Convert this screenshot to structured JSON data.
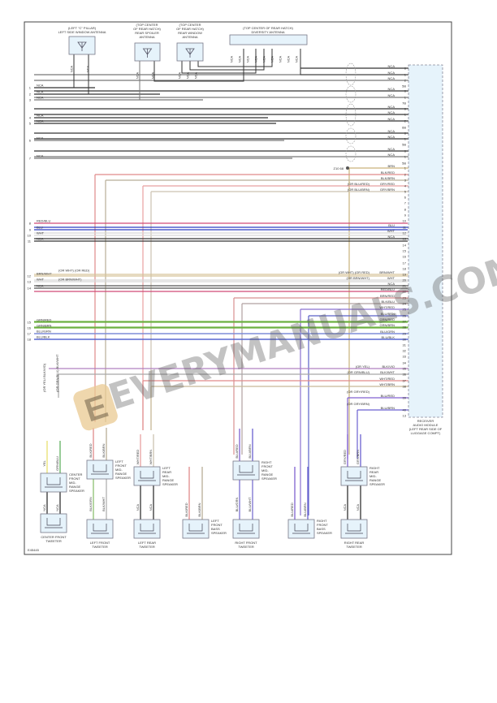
{
  "figure_id": "E45445",
  "watermark": "EVERYMANUALS.COM",
  "antennas": [
    {
      "id": "left-window",
      "lines": [
        "(LEFT \"C\" PILLAR)",
        "LEFT SIDE WINDOW ANTENNA"
      ],
      "pins": [
        "NCA",
        "NCA"
      ]
    },
    {
      "id": "rear-spoiler",
      "lines": [
        "(TOP CENTER",
        "OF REAR HATCH)",
        "REAR SPOILER",
        "ANTENNA"
      ],
      "pins": [
        "NCA",
        "NCA"
      ]
    },
    {
      "id": "rear-window",
      "lines": [
        "(TOP CENTER",
        "OF REAR HATCH)",
        "REAR WINDOW",
        "ANTENNA"
      ],
      "pins": [
        "NCA",
        "NCA",
        "NCA"
      ]
    },
    {
      "id": "diversity",
      "lines": [
        "(TOP CENTER OF REAR HATCH)",
        "DIVERSITY ANTENNA"
      ],
      "pins": [
        "NCA",
        "NCA",
        "NCA",
        "NCA",
        "NCA",
        "NCA",
        "NCA",
        "NCA",
        "NCA"
      ]
    }
  ],
  "left_wires": [
    {
      "num": "1",
      "label": "NCA",
      "note": "",
      "color": "#333333"
    },
    {
      "num": "2",
      "label": "NCA",
      "note": "",
      "color": "#333333"
    },
    {
      "num": "3",
      "label": "NCA",
      "note": "",
      "color": "#777777"
    },
    {
      "num": "4",
      "label": "NCA",
      "note": "",
      "color": "#333333"
    },
    {
      "num": "5",
      "label": "NCA",
      "note": "",
      "color": "#333333"
    },
    {
      "num": "6",
      "label": "NCA",
      "note": "",
      "color": "#777777"
    },
    {
      "num": "7",
      "label": "NCA",
      "note": "",
      "color": "#777777"
    },
    {
      "num": "8",
      "label": "RED/BLU",
      "note": "",
      "color": "#d04a78"
    },
    {
      "num": "9",
      "label": "BLU",
      "note": "",
      "color": "#2a3cc0"
    },
    {
      "num": "10",
      "label": "WHT",
      "note": "",
      "color": "#d8d8d8"
    },
    {
      "num": "11",
      "label": "NCA",
      "note": "",
      "color": "#333333"
    },
    {
      "num": "12",
      "label": "BRN/WHT",
      "note": "(OR WHT) (OR RED)",
      "color": "#d6c49a"
    },
    {
      "num": "13",
      "label": "WHT",
      "note": "(OR BRN/WHT)",
      "color": "#d8d8d8"
    },
    {
      "num": "14",
      "label": "NCA",
      "note": "",
      "color": "#555555"
    },
    {
      "num": "15",
      "label": "GRN/RED",
      "note": "",
      "color": "#6cb040"
    },
    {
      "num": "16",
      "label": "GRN/BRN",
      "note": "",
      "color": "#6cb040"
    },
    {
      "num": "17",
      "label": "BLU/GRN",
      "note": "",
      "color": "#7a88d8"
    },
    {
      "num": "18",
      "label": "BLU/BLK",
      "note": "",
      "color": "#5060d0"
    }
  ],
  "receiver": {
    "lines": [
      "RECEIVER",
      "AUDIO MODULE",
      "(LEFT REAR SIDE OF",
      "LUGGAGE COMPT)"
    ],
    "fill": "#e6f3fb",
    "ground_label": "Z10 68",
    "connectors": [
      "5B",
      "7B",
      "6B",
      "5B",
      "5B",
      "13"
    ],
    "pins": [
      {
        "pin": "6",
        "wire": "NCA",
        "note": "",
        "color": "#333333"
      },
      {
        "pin": "1",
        "wire": "NCA",
        "note": "",
        "color": "#777777"
      },
      {
        "pin": "2",
        "wire": "NCA",
        "note": "",
        "color": "#777777"
      },
      {
        "pin": "6",
        "wire": "NCA",
        "note": "",
        "color": "#333333"
      },
      {
        "pin": "1",
        "wire": "NCA",
        "note": "",
        "color": "#777777"
      },
      {
        "pin": "6",
        "wire": "NCA",
        "note": "",
        "color": "#333333"
      },
      {
        "pin": "1",
        "wire": "NCA",
        "note": "",
        "color": "#333333"
      },
      {
        "pin": "2",
        "wire": "NCA",
        "note": "",
        "color": "#333333"
      },
      {
        "pin": "6",
        "wire": "NCA",
        "note": "",
        "color": "#333333"
      },
      {
        "pin": "1",
        "wire": "NCA",
        "note": "",
        "color": "#333333"
      },
      {
        "pin": "6",
        "wire": "NCA",
        "note": "",
        "color": "#333333"
      },
      {
        "pin": "1",
        "wire": "NCA",
        "note": "",
        "color": "#777777"
      },
      {
        "pin": "1",
        "wire": "BRN",
        "note": "",
        "color": "#c9b27a"
      },
      {
        "pin": "2",
        "wire": "BLK/RED",
        "note": "",
        "color": "#e08a8a"
      },
      {
        "pin": "3",
        "wire": "BLK/BRN",
        "note": "",
        "color": "#b8ae96"
      },
      {
        "pin": "4",
        "wire": "GRY/RED",
        "note": "(OR BLU/RED)",
        "color": "#e8a0a0"
      },
      {
        "pin": "5",
        "wire": "GRY/BRN",
        "note": "(OR BLU/BRN)",
        "color": "#ccc2b0"
      },
      {
        "pin": "6",
        "wire": "",
        "note": "",
        "color": ""
      },
      {
        "pin": "7",
        "wire": "",
        "note": "",
        "color": ""
      },
      {
        "pin": "8",
        "wire": "",
        "note": "",
        "color": ""
      },
      {
        "pin": "9",
        "wire": "",
        "note": "",
        "color": ""
      },
      {
        "pin": "10",
        "wire": "",
        "note": "",
        "color": ""
      },
      {
        "pin": "11",
        "wire": "BLU",
        "note": "",
        "color": "#2a3cc0"
      },
      {
        "pin": "12",
        "wire": "WHT",
        "note": "",
        "color": "#d8d8d8"
      },
      {
        "pin": "13",
        "wire": "NCA",
        "note": "",
        "color": "#333333"
      },
      {
        "pin": "14",
        "wire": "",
        "note": "",
        "color": ""
      },
      {
        "pin": "15",
        "wire": "",
        "note": "",
        "color": ""
      },
      {
        "pin": "16",
        "wire": "",
        "note": "",
        "color": ""
      },
      {
        "pin": "17",
        "wire": "",
        "note": "",
        "color": ""
      },
      {
        "pin": "18",
        "wire": "",
        "note": "",
        "color": ""
      },
      {
        "pin": "19",
        "wire": "BRN/WHT",
        "note": "(OR WHT)    (OR RED)",
        "color": "#d6c49a"
      },
      {
        "pin": "20",
        "wire": "WHT",
        "note": "(OR BRN/WHT)",
        "color": "#d8d8d8"
      },
      {
        "pin": "21",
        "wire": "NCA",
        "note": "",
        "color": "#555555"
      },
      {
        "pin": "22",
        "wire": "RED/BLU",
        "note": "",
        "color": "#d04a78"
      },
      {
        "pin": "23",
        "wire": "BRN/RED",
        "note": "",
        "color": "#d89090"
      },
      {
        "pin": "24",
        "wire": "BLK/BLU",
        "note": "",
        "color": "#b0a0a0"
      },
      {
        "pin": "25",
        "wire": "WHT/RED",
        "note": "",
        "color": "#8a70d0"
      },
      {
        "pin": "26",
        "wire": "BLU/BRN",
        "note": "",
        "color": "#5a60c8"
      },
      {
        "pin": "27",
        "wire": "GRN/RED",
        "note": "",
        "color": "#6cb040"
      },
      {
        "pin": "28",
        "wire": "GRN/BRN",
        "note": "",
        "color": "#6cb040"
      },
      {
        "pin": "29",
        "wire": "BLU/GRN",
        "note": "",
        "color": "#7a88d8"
      },
      {
        "pin": "30",
        "wire": "BLU/BLK",
        "note": "",
        "color": "#5060d0"
      },
      {
        "pin": "31",
        "wire": "",
        "note": "",
        "color": ""
      },
      {
        "pin": "32",
        "wire": "",
        "note": "",
        "color": ""
      },
      {
        "pin": "33",
        "wire": "",
        "note": "",
        "color": ""
      },
      {
        "pin": "34",
        "wire": "",
        "note": "",
        "color": ""
      },
      {
        "pin": "35",
        "wire": "BLK/VIO",
        "note": "(OR YEL)",
        "color": "#b080c0"
      },
      {
        "pin": "36",
        "wire": "BLK/WHT",
        "note": "(OR GRN/BLU)",
        "color": "#a8a8a8"
      },
      {
        "pin": "37",
        "wire": "WHT/RED",
        "note": "",
        "color": "#e08a8a"
      },
      {
        "pin": "38",
        "wire": "WHT/BRN",
        "note": "",
        "color": "#c8b898"
      },
      {
        "pin": "39",
        "wire": "BLU/RED",
        "note": "(OR GRY/RED)",
        "color": "#8060d0"
      },
      {
        "pin": "40",
        "wire": "BLU/BRN",
        "note": "(OR GRY/BRN)",
        "color": "#6a60d0"
      }
    ]
  },
  "speakers": [
    {
      "id": "center-front-mid",
      "lines": [
        "CENTER",
        "FRONT",
        "MID-",
        "RANGE",
        "SPEAKER"
      ],
      "top_wires": [
        "YEL",
        "GRN/BLU"
      ],
      "top_notes": [
        "(OR YEL/ BLK/VIO)",
        "(OR GRN/BLU) BLK/WHT"
      ],
      "bottom_wires": [
        "NCA",
        "NCA"
      ]
    },
    {
      "id": "center-front-tweeter",
      "lines": [
        "CENTER FRONT",
        "TWEETER"
      ]
    },
    {
      "id": "left-front-mid",
      "lines": [
        "LEFT",
        "FRONT",
        "MID-",
        "RANGE",
        "SPEAKER"
      ],
      "top_wires": [
        "BLK/RED",
        "BLK/BRN"
      ],
      "bottom_wires": [
        "BLK/GRN",
        "BLK/WHT"
      ]
    },
    {
      "id": "left-front-tweeter",
      "lines": [
        "LEFT FRONT",
        "TWEETER"
      ]
    },
    {
      "id": "left-rear-mid",
      "lines": [
        "LEFT",
        "REAR",
        "MID-",
        "RANGE",
        "SPEAKER"
      ],
      "top_wires": [
        "WHT/RED",
        "WHT/BRN"
      ],
      "bottom_wires": [
        "NCA",
        "NCA"
      ]
    },
    {
      "id": "left-rear-tweeter",
      "lines": [
        "LEFT REAR",
        "TWEETER"
      ]
    },
    {
      "id": "left-front-bass",
      "lines": [
        "LEFT",
        "FRONT",
        "BASS",
        "SPEAKER"
      ],
      "top_wires": [
        "BLK/RED",
        "BLK/BRN"
      ]
    },
    {
      "id": "right-front-mid",
      "lines": [
        "RIGHT",
        "FRONT",
        "MID-",
        "RANGE",
        "SPEAKER"
      ],
      "top_wires": [
        "BLU/RED",
        "BLU/BRN"
      ],
      "bottom_wires": [
        "BLU/GRN",
        "BLU/WHT"
      ]
    },
    {
      "id": "right-front-tweeter",
      "lines": [
        "RIGHT FRONT",
        "TWEETER"
      ]
    },
    {
      "id": "right-front-bass",
      "lines": [
        "RIGHT",
        "FRONT",
        "BASS",
        "SPEAKER"
      ],
      "top_wires": [
        "BLU/RED",
        "BLU/BRN"
      ]
    },
    {
      "id": "right-rear-mid",
      "lines": [
        "RIGHT",
        "REAR",
        "MID-",
        "RANGE",
        "SPEAKER"
      ],
      "top_wires": [
        "GRY/RED",
        "GRY/BRN"
      ],
      "bottom_wires": [
        "NCA",
        "NCA"
      ]
    },
    {
      "id": "right-rear-tweeter",
      "lines": [
        "RIGHT REAR",
        "TWEETER"
      ]
    }
  ]
}
